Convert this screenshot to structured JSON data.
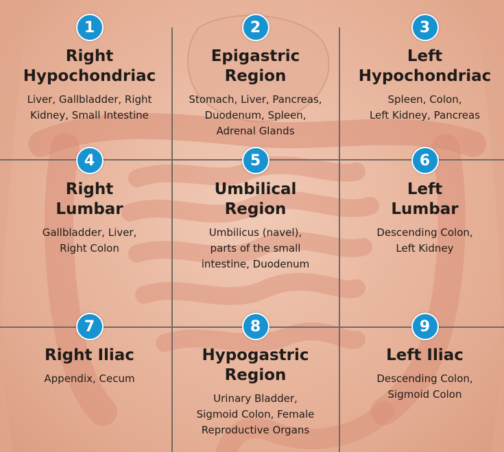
{
  "colors": {
    "badge_fill": "#1793d1",
    "badge_text": "#ffffff",
    "text": "#1f1b18",
    "grid_line": "#6f6a66",
    "skin": "#eab9a2",
    "intestine": "#d98e77"
  },
  "regions": [
    {
      "number": "1",
      "name": "Right\nHypochondriac",
      "organs": "Liver, Gallbladder, Right\nKidney, Small Intestine"
    },
    {
      "number": "2",
      "name": "Epigastric\nRegion",
      "organs": "Stomach, Liver, Pancreas,\nDuodenum, Spleen,\nAdrenal Glands"
    },
    {
      "number": "3",
      "name": "Left\nHypochondriac",
      "organs": "Spleen, Colon,\nLeft Kidney, Pancreas"
    },
    {
      "number": "4",
      "name": "Right\nLumbar",
      "organs": "Gallbladder, Liver,\nRight Colon"
    },
    {
      "number": "5",
      "name": "Umbilical\nRegion",
      "organs": "Umbilicus (navel),\nparts of the small\nintestine, Duodenum"
    },
    {
      "number": "6",
      "name": "Left\nLumbar",
      "organs": "Descending Colon,\nLeft Kidney"
    },
    {
      "number": "7",
      "name": "Right Iliac",
      "organs": "Appendix, Cecum"
    },
    {
      "number": "8",
      "name": "Hypogastric\nRegion",
      "organs": "Urinary Bladder,\nSigmoid Colon, Female\nReproductive Organs"
    },
    {
      "number": "9",
      "name": "Left Iliac",
      "organs": "Descending Colon,\nSigmoid Colon"
    }
  ]
}
